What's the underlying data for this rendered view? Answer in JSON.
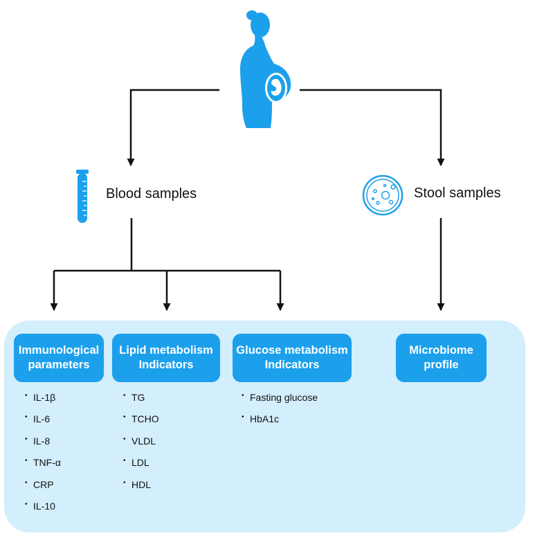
{
  "colors": {
    "accent": "#1ca0ec",
    "panel": "#d3eefc",
    "arrow": "#111111"
  },
  "icons": {
    "top": "pregnant-woman-icon",
    "blood": "test-tube-icon",
    "stool": "petri-dish-icon"
  },
  "sources": {
    "blood": "Blood samples",
    "stool": "Stool samples"
  },
  "categories": [
    {
      "title": [
        "Immunological",
        "parameters"
      ],
      "items": [
        "IL-1β",
        "IL-6",
        "IL-8",
        "TNF-α",
        "CRP",
        "IL-10"
      ]
    },
    {
      "title": [
        "Lipid metabolism",
        "Indicators"
      ],
      "items": [
        "TG",
        "TCHO",
        "VLDL",
        "LDL",
        "HDL"
      ]
    },
    {
      "title": [
        "Glucose metabolism",
        "Indicators"
      ],
      "items": [
        "Fasting glucose",
        "HbA1c"
      ]
    },
    {
      "title": [
        "Microbiome",
        "profile"
      ],
      "items": []
    }
  ]
}
